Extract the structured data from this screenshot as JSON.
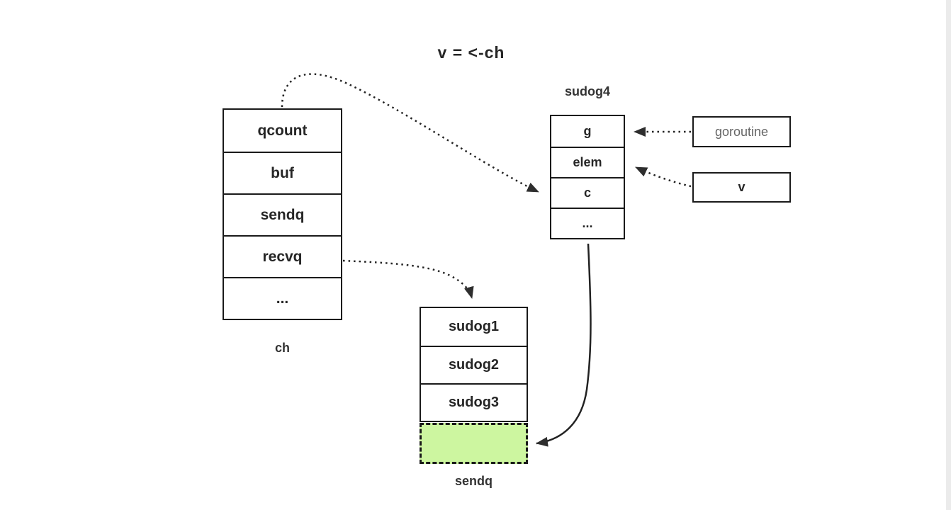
{
  "title": "v = <-ch",
  "ch": {
    "label": "ch",
    "cells": [
      "qcount",
      "buf",
      "sendq",
      "recvq",
      "..."
    ]
  },
  "sudog4": {
    "label": "sudog4",
    "cells": [
      "g",
      "elem",
      "c",
      "..."
    ]
  },
  "goroutine_box": {
    "label": "goroutine"
  },
  "v_box": {
    "label": "v"
  },
  "sendq_list": {
    "label": "sendq",
    "cells": [
      "sudog1",
      "sudog2",
      "sudog3"
    ]
  },
  "arrows": {
    "ch_to_sudog4_c": "dotted",
    "recvq_to_sudog1": "dotted",
    "goroutine_to_g": "dotted",
    "v_to_elem": "dotted",
    "sudog4_to_sendq_slot": "solid"
  },
  "colors": {
    "background": "#ffffff",
    "box_border": "#1a1a1a",
    "text": "#262626",
    "gray_text": "#666666",
    "highlight_green": "#cdf6a0",
    "arrowhead": "#2e2e2e",
    "scroll_strip": "#ebebeb"
  }
}
